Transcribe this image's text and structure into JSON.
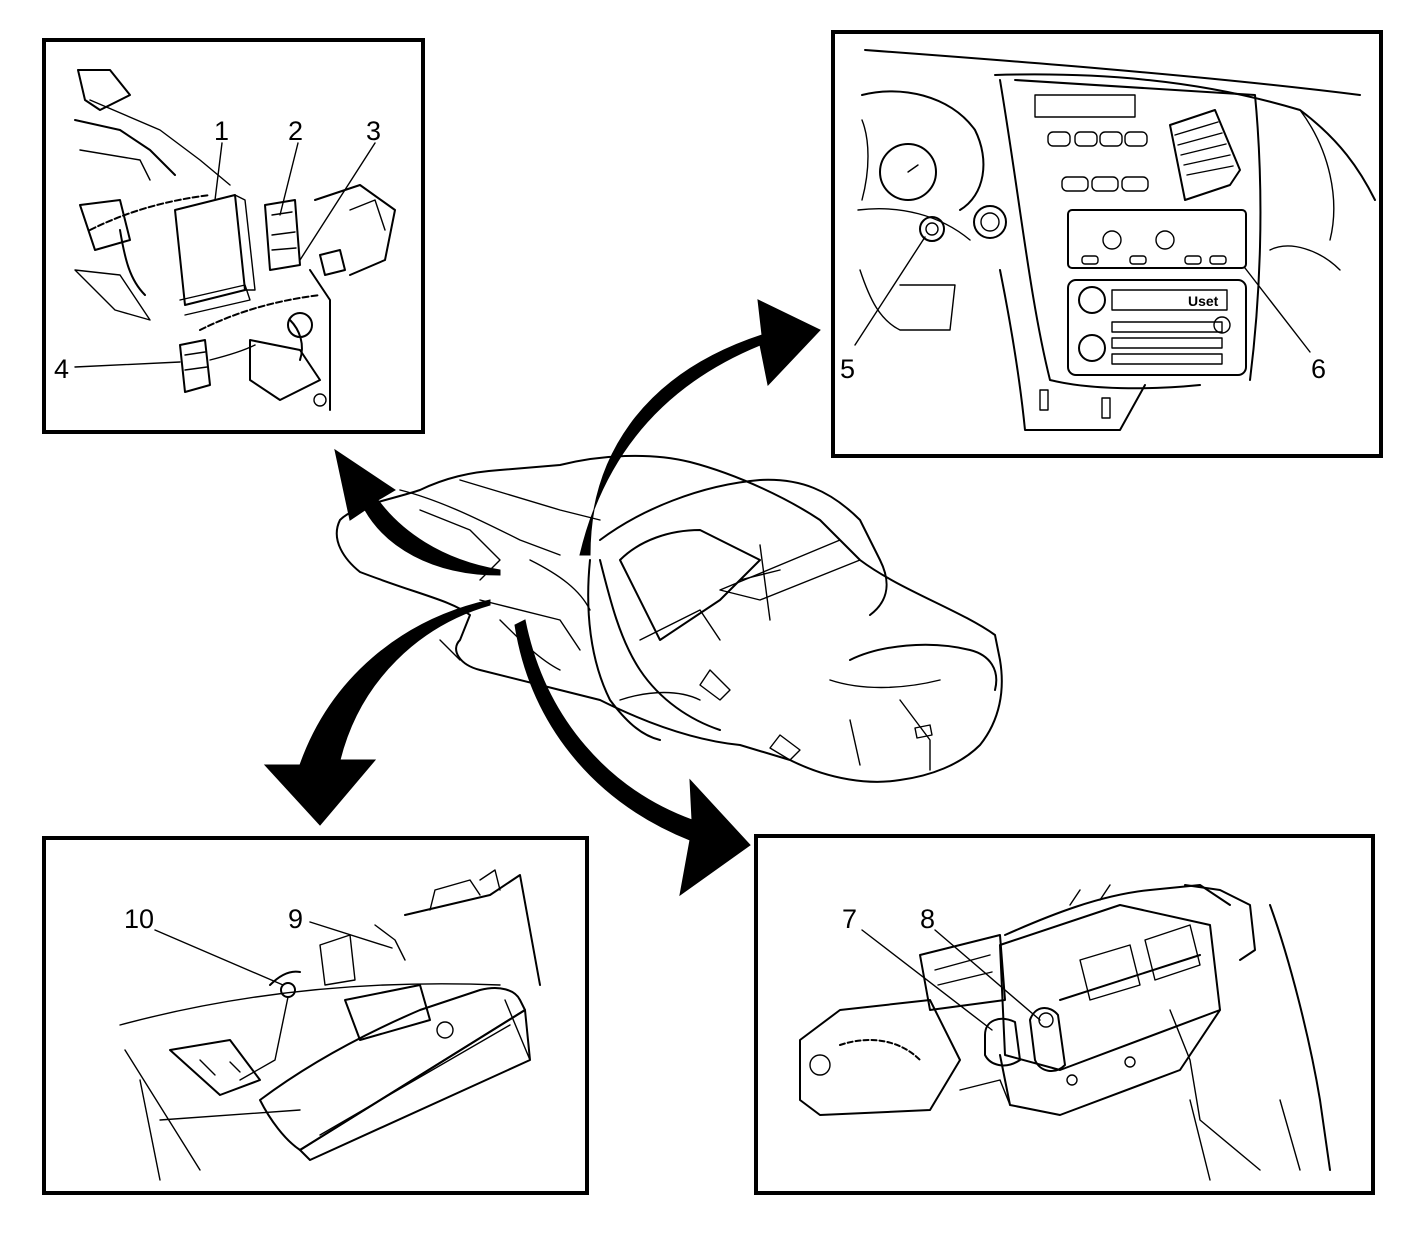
{
  "callouts": {
    "c1": "1",
    "c2": "2",
    "c3": "3",
    "c4": "4",
    "c5": "5",
    "c6": "6",
    "c7": "7",
    "c8": "8",
    "c9": "9",
    "c10": "10"
  },
  "radio_display_text": "Uset",
  "colors": {
    "line": "#000000",
    "background": "#ffffff"
  }
}
